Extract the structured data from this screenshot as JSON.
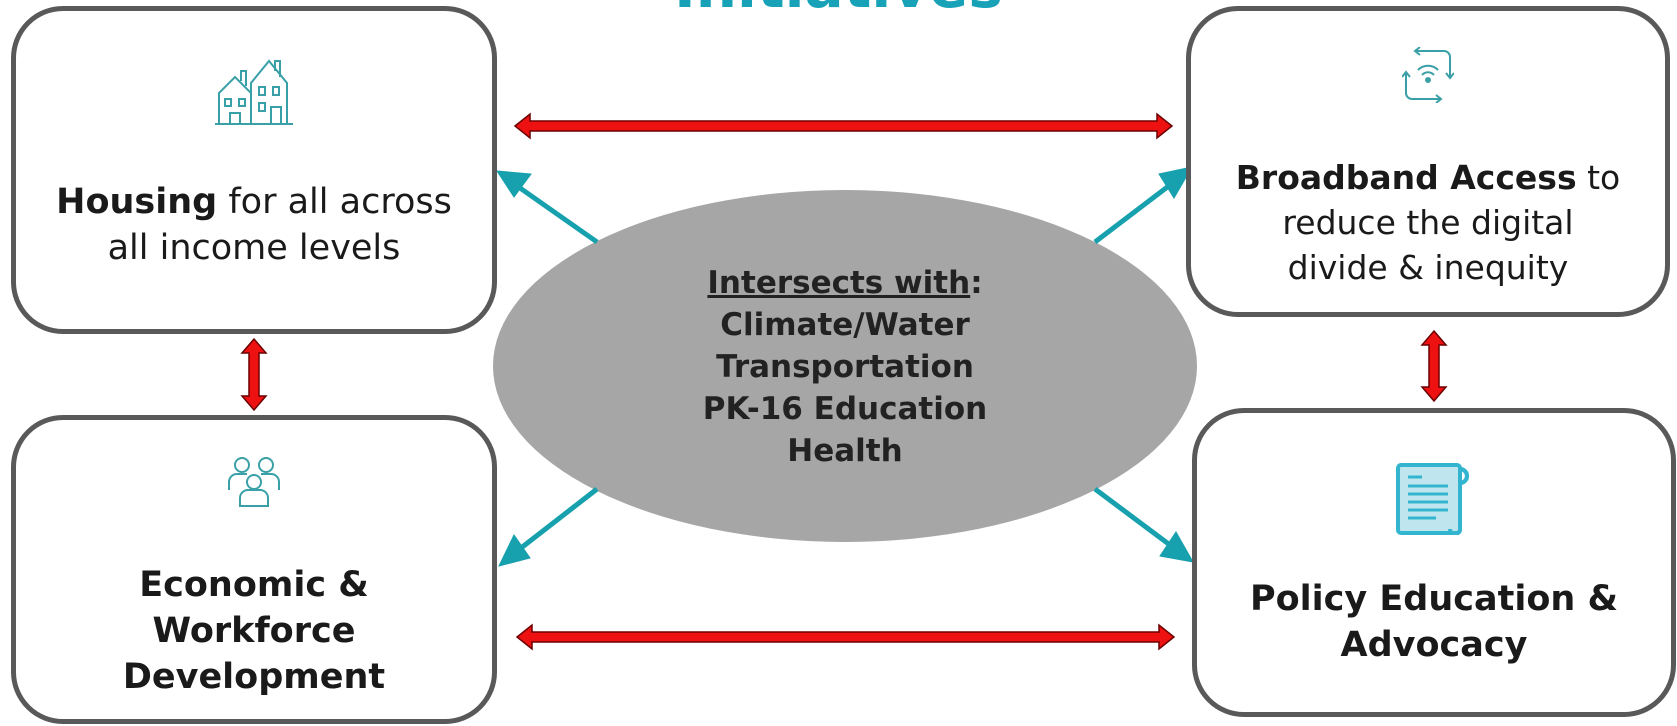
{
  "title": "Initiatives",
  "colors": {
    "accent": "#17a2b8",
    "arrow_red": "#ee1111",
    "arrow_teal": "#17a0ad",
    "ellipse": "#a6a6a6",
    "border": "#595959"
  },
  "housing": {
    "icon": "houses-icon",
    "bold": "Housing",
    "rest_line1": " for all across",
    "line2": "all income levels"
  },
  "broadband": {
    "icon": "wifi-sync-icon",
    "bold": "Broadband Access",
    "rest_line1": " to",
    "line2": "reduce the digital",
    "line3": "divide & inequity"
  },
  "economic": {
    "icon": "people-group-icon",
    "line1": "Economic &",
    "line2": "Workforce",
    "line3": "Development"
  },
  "policy": {
    "icon": "document-scroll-icon",
    "line1": "Policy Education &",
    "line2": "Advocacy"
  },
  "center": {
    "heading": "Intersects with",
    "colon": ":",
    "items": [
      "Climate/Water",
      "Transportation",
      "PK-16 Education",
      "Health"
    ]
  }
}
